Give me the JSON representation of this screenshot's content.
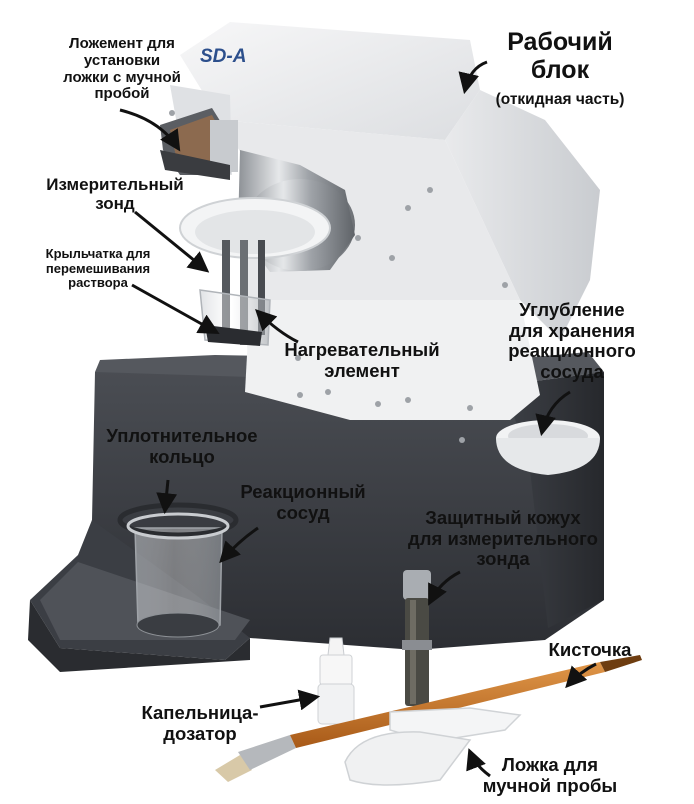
{
  "device_marking": "SD-A",
  "labels": {
    "spoon_holder": [
      "Ложемент для",
      "установки",
      "ложки с мучной",
      "пробой"
    ],
    "work_block": [
      "Рабочий",
      "блок"
    ],
    "work_block_note": "(откидная часть)",
    "probe": [
      "Измерительный",
      "зонд"
    ],
    "impeller": [
      "Крыльчатка для",
      "перемешивания",
      "раствора"
    ],
    "heater": [
      "Нагревательный",
      "элемент"
    ],
    "recess": [
      "Углубление",
      "для хранения",
      "реакционного",
      "сосуда"
    ],
    "seal_ring": [
      "Уплотнительное",
      "кольцо"
    ],
    "vessel": [
      "Реакционный",
      "сосуд"
    ],
    "probe_cover": [
      "Защитный кожух",
      "для измерительного",
      "зонда"
    ],
    "brush": "Кисточка",
    "dropper": [
      "Капельница-",
      "дозатор"
    ],
    "spoon": [
      "Ложка для",
      "мучной пробы"
    ]
  },
  "colors": {
    "device_white": "#eeeff0",
    "base_dark": "#3a3d42",
    "metal": "#b9bcc0",
    "brush_wood": "#c8762a",
    "marking_blue": "#2c4f8c"
  }
}
